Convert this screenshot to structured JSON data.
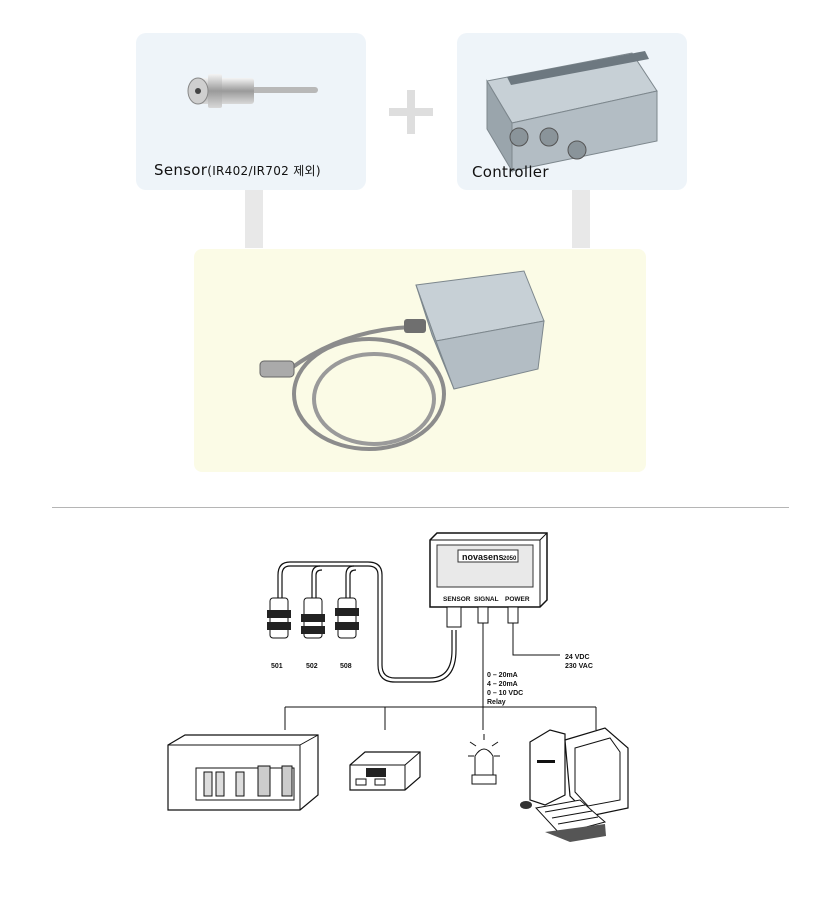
{
  "cards": {
    "sensor": {
      "label": "Sensor",
      "note": "(IR402/IR702 제외)"
    },
    "controller": {
      "label": "Controller"
    }
  },
  "diagram": {
    "brand": "novasens",
    "brand_model": "2050",
    "ports": [
      "SENSOR",
      "SIGNAL",
      "POWER"
    ],
    "sensor_models": [
      "501",
      "502",
      "508"
    ],
    "power_lines": [
      "24 VDC",
      "230 VAC"
    ],
    "signal_lines": [
      "0 – 20mA",
      "4 – 20mA",
      "0 – 10 VDC",
      "Relay"
    ]
  },
  "colors": {
    "card_bg": "#eef4f9",
    "combo_bg": "#fbfbe6",
    "connector": "#e8e8e8"
  }
}
